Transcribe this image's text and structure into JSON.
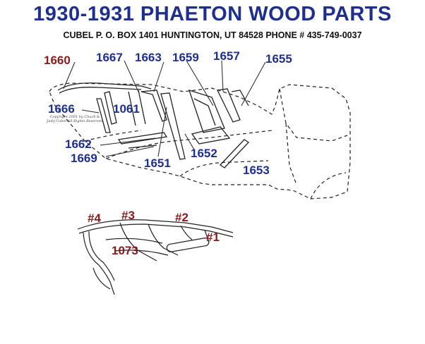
{
  "header": {
    "title": "1930-1931 PHAETON WOOD PARTS",
    "subtitle": "CUBEL  P. O. BOX 1401  HUNTINGTON, UT 84528  PHONE # 435-749-0037"
  },
  "diagram": {
    "copyright": "Copyright 2001 by Chuck & Judy Cubel All Rights Reserved",
    "part_labels": {
      "p1660": "1660",
      "p1667": "1667",
      "p1663": "1663",
      "p1659": "1659",
      "p1657": "1657",
      "p1655": "1655",
      "p1666": "1666",
      "p1061": "1061",
      "p1662": "1662",
      "p1669": "1669",
      "p1651": "1651",
      "p1652": "1652",
      "p1653": "1653"
    },
    "frame_labels": {
      "bow4": "#4",
      "bow3": "#3",
      "bow2": "#2",
      "bow1": "#1",
      "p1073": "1073"
    }
  },
  "colors": {
    "title": "#1f2f8f",
    "label_blue": "#1f2f8f",
    "label_red": "#8b1a1a"
  }
}
